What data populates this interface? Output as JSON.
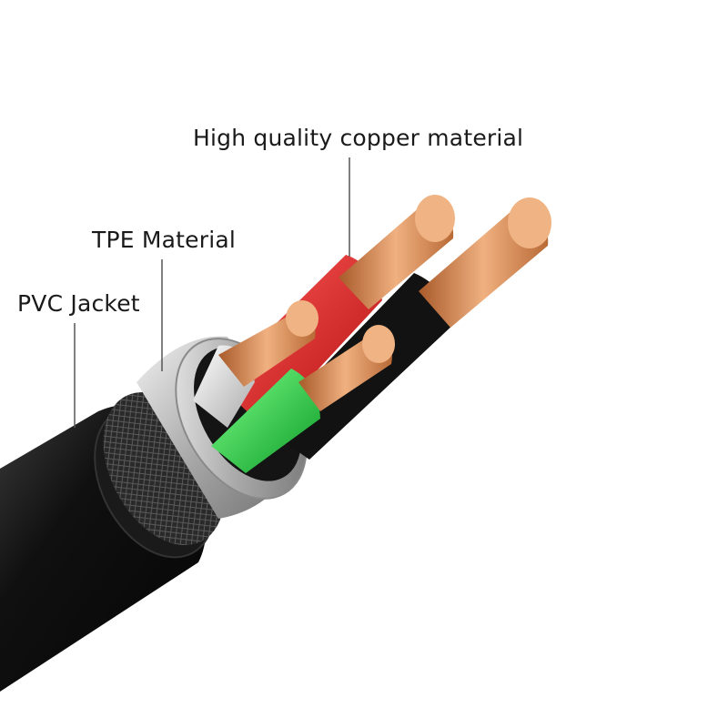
{
  "labels": {
    "copper": "High quality copper material",
    "tpe": "TPE Material",
    "pvc": "PVC Jacket"
  },
  "colors": {
    "background": "#ffffff",
    "jacket": "#141414",
    "shield": "#b9b9b9",
    "tpe_sheath": "#d8d8d8",
    "wire_red": "#e02020",
    "wire_black": "#1c1c1c",
    "wire_green": "#18c23a",
    "wire_white": "#d9d9d9",
    "copper": "#d9905a",
    "leader_line": "#555555"
  },
  "icons": [
    "cable-cross-section-illustration"
  ]
}
